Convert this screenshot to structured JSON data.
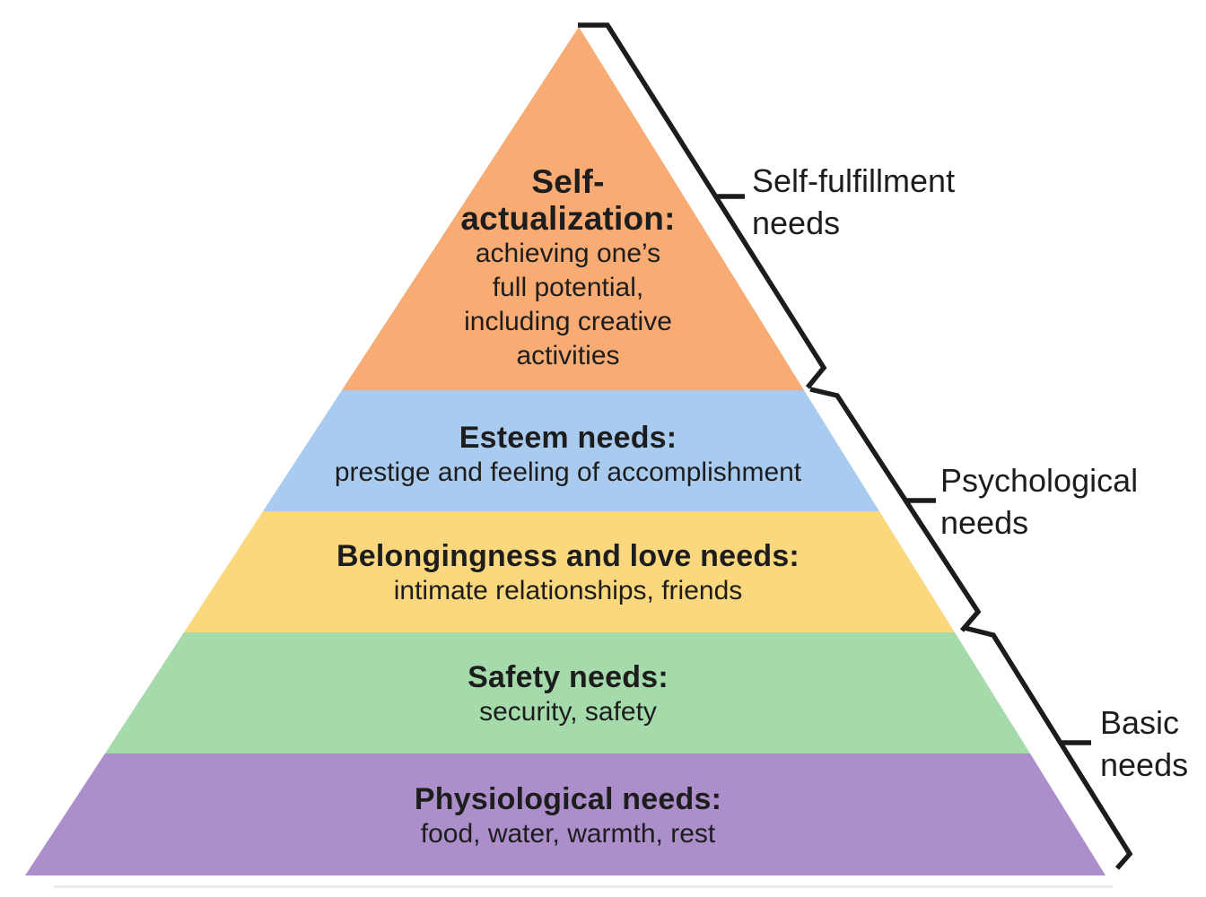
{
  "pyramid": {
    "levels": [
      {
        "id": "self-actualization",
        "color": "#F8AB72",
        "title_lines": [
          "Self-",
          "actualization:"
        ],
        "subtitle_lines": [
          "achieving one’s",
          "full potential,",
          "including creative",
          "activities"
        ]
      },
      {
        "id": "esteem",
        "color": "#A8CBEF",
        "title": "Esteem needs:",
        "subtitle": "prestige and feeling of accomplishment"
      },
      {
        "id": "belongingness",
        "color": "#FBD77E",
        "title": "Belongingness and love needs:",
        "subtitle": "intimate relationships, friends"
      },
      {
        "id": "safety",
        "color": "#A5DAAB",
        "title": "Safety needs:",
        "subtitle": "security, safety"
      },
      {
        "id": "physiological",
        "color": "#AB8ECA",
        "title": "Physiological needs:",
        "subtitle": "food, water, warmth, rest"
      }
    ]
  },
  "groups": [
    {
      "id": "self-fulfillment",
      "label_line1": "Self-fulfillment",
      "label_line2": "needs"
    },
    {
      "id": "psychological",
      "label_line1": "Psychological",
      "label_line2": "needs"
    },
    {
      "id": "basic",
      "label_line1": "Basic",
      "label_line2": "needs"
    }
  ],
  "colors": {
    "stroke": "#1c1c1c",
    "text": "#1d1d1d",
    "background": "#ffffff"
  }
}
